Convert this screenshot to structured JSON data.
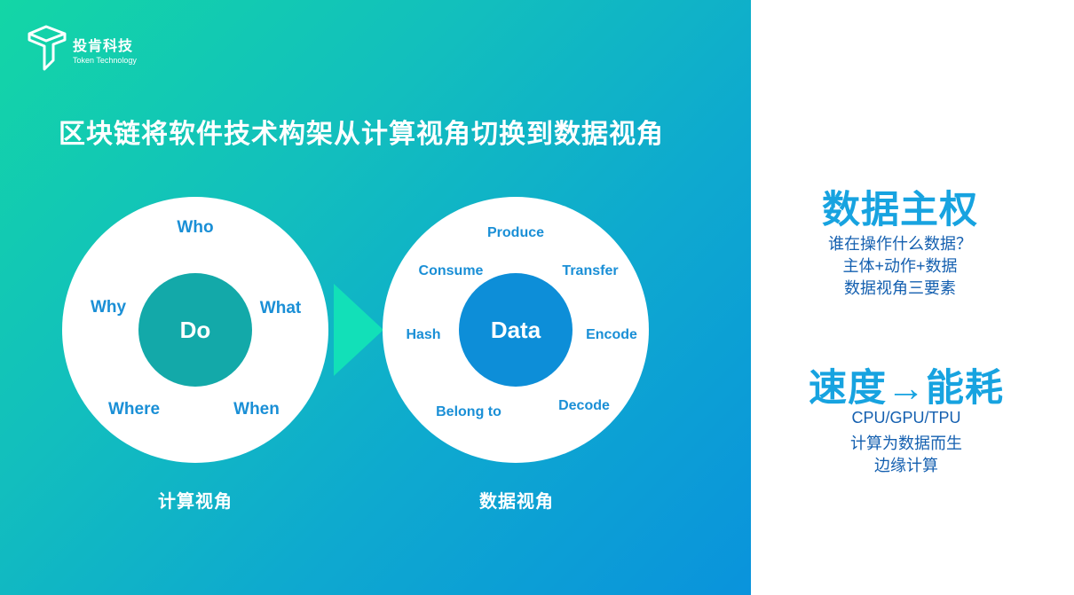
{
  "brand": {
    "name_cn": "投肯科技",
    "name_en": "Token Technology"
  },
  "headline": "区块链将软件技术构架从计算视角切换到数据视角",
  "computing_view": {
    "center": "Do",
    "labels": {
      "who": "Who",
      "why": "Why",
      "what": "What",
      "where": "Where",
      "when": "When"
    },
    "caption": "计算视角"
  },
  "data_view": {
    "center": "Data",
    "labels": {
      "produce": "Produce",
      "consume": "Consume",
      "transfer": "Transfer",
      "hash": "Hash",
      "encode": "Encode",
      "belong_to": "Belong to",
      "decode": "Decode"
    },
    "caption": "数据视角"
  },
  "side": {
    "sovereignty": {
      "title": "数据主权",
      "lines": [
        "谁在操作什么数据？",
        "主体+动作+数据",
        "数据视角三要素"
      ]
    },
    "speed": {
      "title": "速度→能耗",
      "lines": [
        "CPU/GPU/TPU",
        "计算为数据而生",
        "边缘计算"
      ]
    }
  },
  "colors": {
    "gradient_start": "#13d6a6",
    "gradient_end": "#0a93dc",
    "accent_blue": "#17a3e0",
    "label_blue": "#1a8fd6",
    "arrow": "#12e0b8"
  },
  "icons": {
    "logo": "token-technology-logo-icon",
    "arrow": "arrow-right-icon"
  }
}
